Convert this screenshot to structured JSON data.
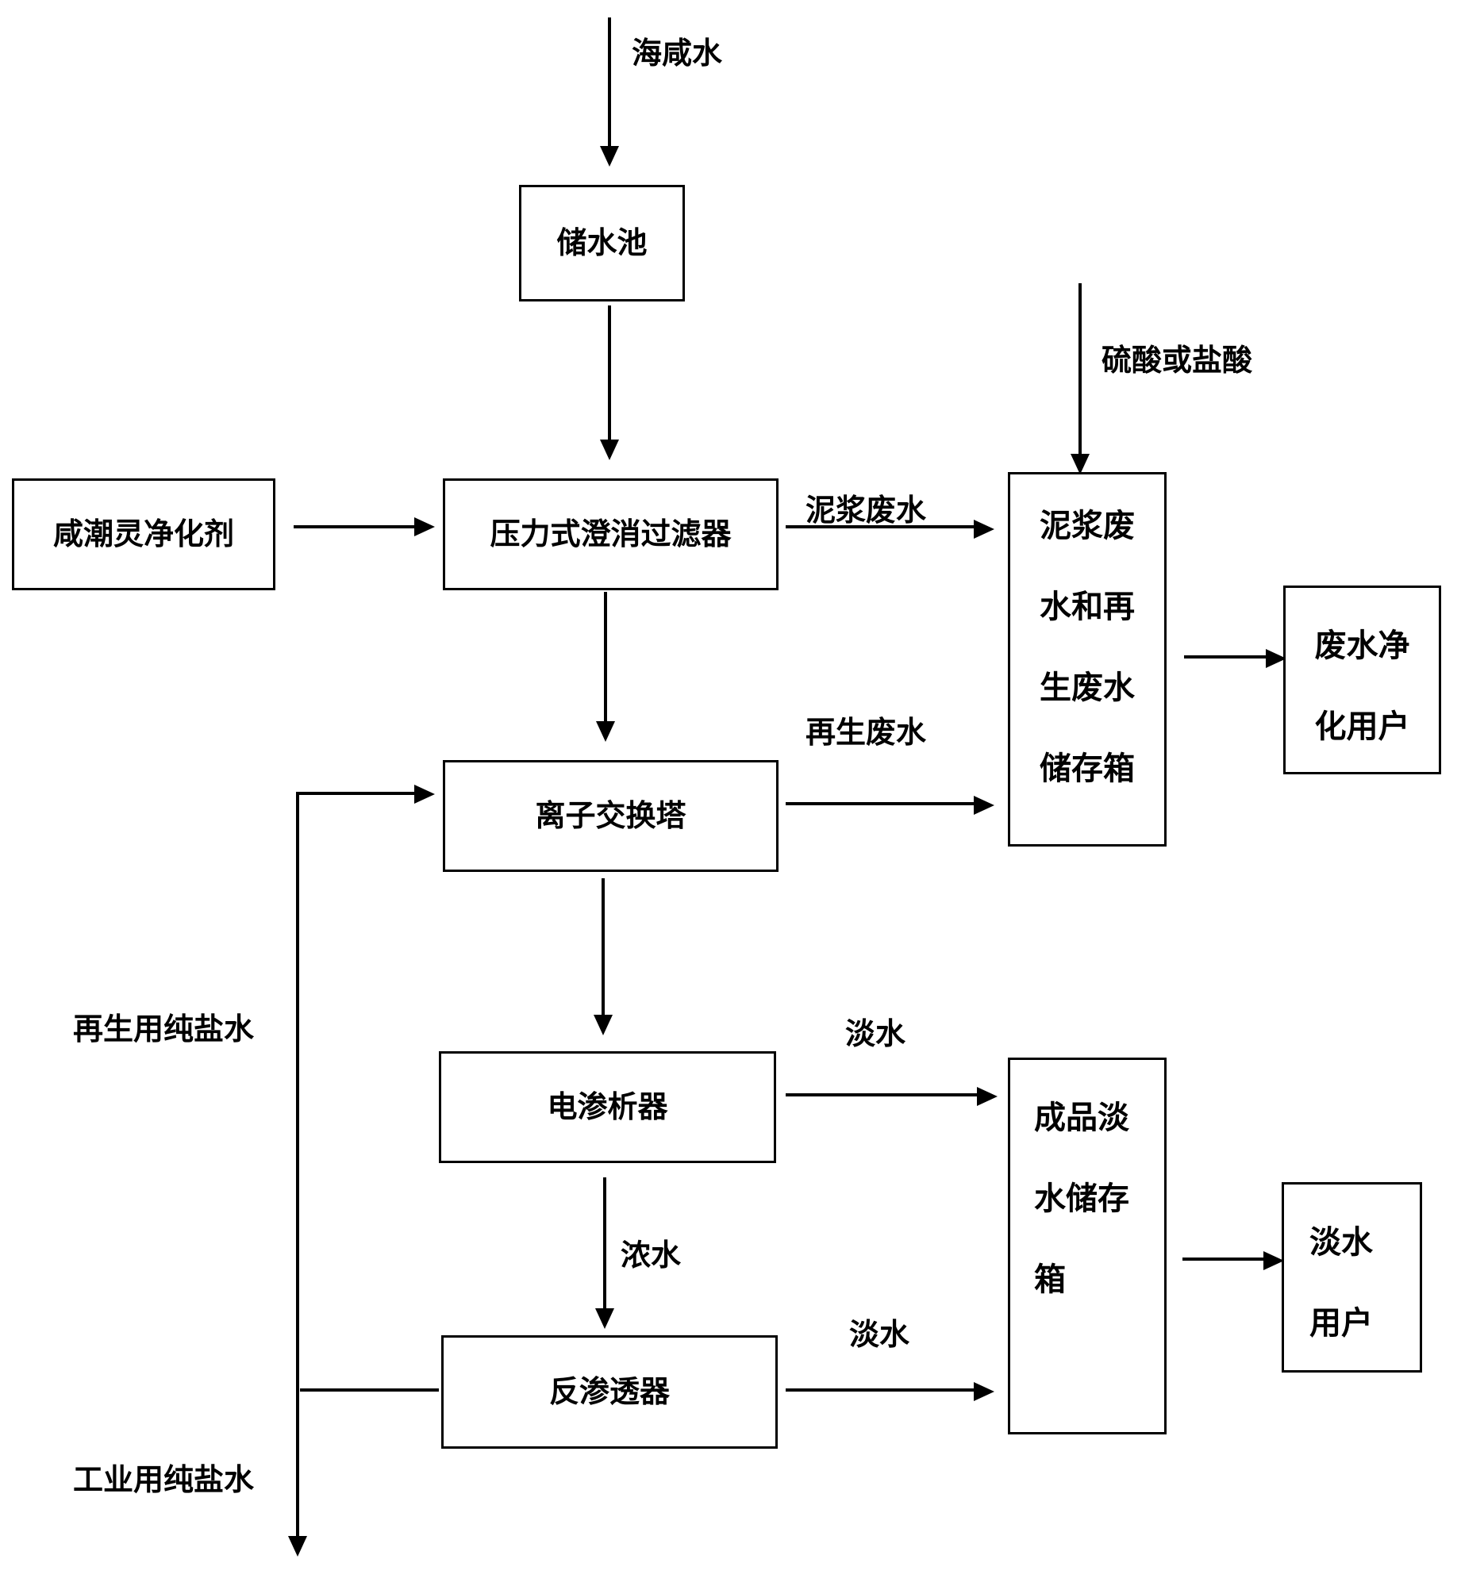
{
  "nodes": {
    "storage_pool": "储水池",
    "purifier_agent": "咸潮灵净化剂",
    "pressure_filter": "压力式澄消过滤器",
    "ion_exchange_tower": "离子交换塔",
    "electrodialyzer": "电渗析器",
    "reverse_osmosis": "反渗透器",
    "waste_tank": [
      "泥浆废",
      "水和再",
      "生废水",
      "储存箱"
    ],
    "wastewater_user": [
      "废水净",
      "化用户"
    ],
    "fresh_tank": [
      "成品淡",
      "水储存",
      "箱"
    ],
    "fresh_user": [
      "淡水",
      "用户"
    ]
  },
  "edge_labels": {
    "seawater": "海咸水",
    "acid": "硫酸或盐酸",
    "slurry_waste": "泥浆废水",
    "regen_waste": "再生废水",
    "fresh_water_1": "淡水",
    "concentrate": "浓水",
    "fresh_water_2": "淡水",
    "regen_brine": "再生用纯盐水",
    "industrial_brine": "工业用纯盐水"
  }
}
